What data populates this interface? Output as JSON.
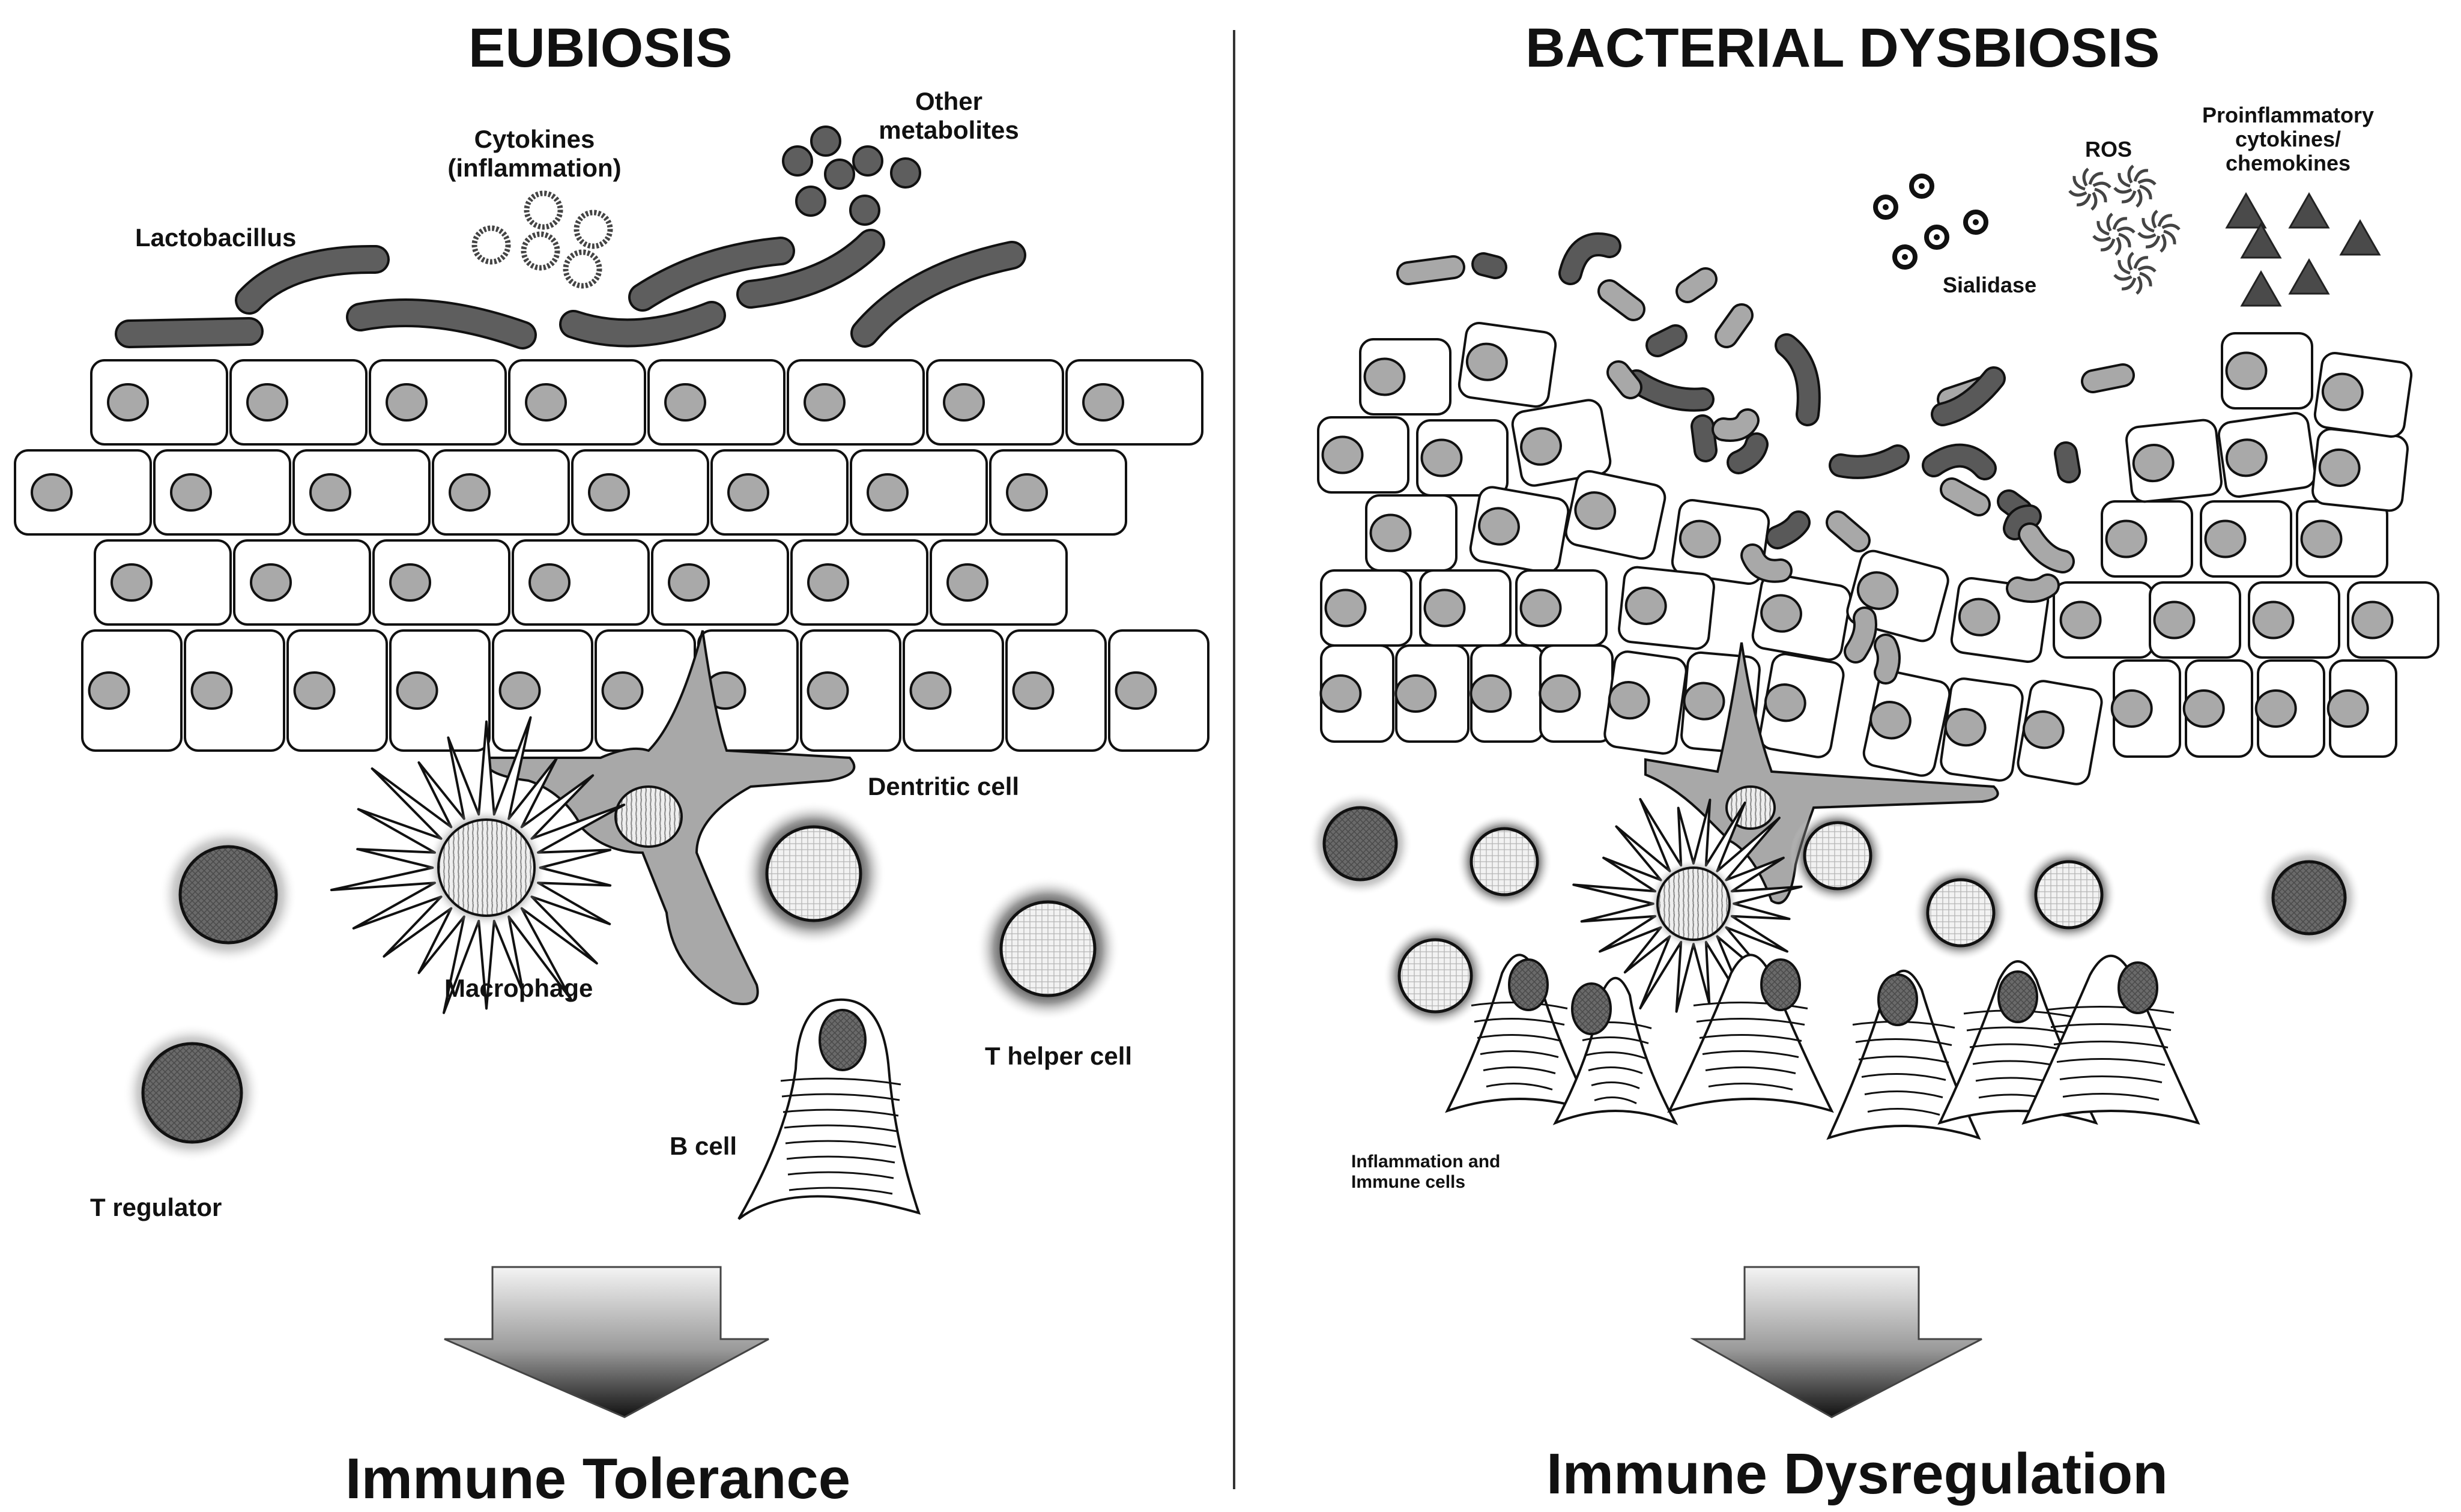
{
  "panels": {
    "left": {
      "title": "EUBIOSIS",
      "outcome": "Immune Tolerance",
      "labels": {
        "lactobacillus": "Lactobacillus",
        "cytokines_line1": "Cytokines",
        "cytokines_line2": "(inflammation)",
        "metabolites_line1": "Other",
        "metabolites_line2": "metabolites",
        "dendritic": "Dentritic cell",
        "macrophage": "Macrophage",
        "t_helper": "T helper cell",
        "b_cell": "B cell",
        "t_regulator": "T regulator"
      }
    },
    "right": {
      "title": "BACTERIAL DYSBIOSIS",
      "outcome": "Immune Dysregulation",
      "labels": {
        "ros": "ROS",
        "sialidase": "Sialidase",
        "proinflam_line1": "Proinflammatory",
        "proinflam_line2": "cytokines/",
        "proinflam_line3": "chemokines",
        "inflammation_line1": "Inflammation and",
        "inflammation_line2": "Immune cells"
      }
    }
  },
  "colors": {
    "epithelium_fill": "#ffffff",
    "nucleus_fill": "#a9a9a9",
    "bacteria_dark": "#595959",
    "bacteria_light": "#a8a8a8",
    "dendritic_fill": "#a8a8a8",
    "treg_core": "#6e6e6e"
  }
}
